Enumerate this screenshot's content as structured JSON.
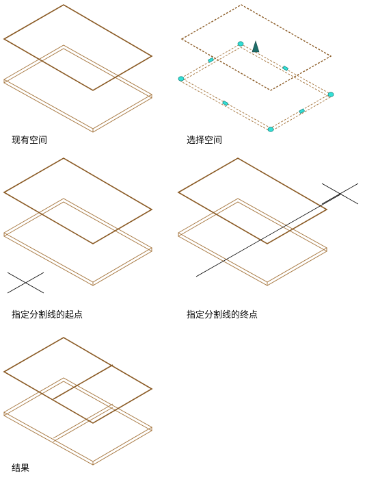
{
  "colors": {
    "edge": "#8a5a24",
    "edge_light": "#a87a44",
    "grip_fill": "#33e0d6",
    "grip_stroke": "#1a8a85",
    "arrow_fill": "#1d6e6a",
    "cursor": "#000000"
  },
  "panels": [
    {
      "id": "existing-space",
      "caption": "现有空间"
    },
    {
      "id": "select-space",
      "caption": "选择空间"
    },
    {
      "id": "split-start",
      "caption": "指定分割线的起点"
    },
    {
      "id": "split-end",
      "caption": "指定分割线的终点"
    },
    {
      "id": "result",
      "caption": "结果"
    }
  ]
}
